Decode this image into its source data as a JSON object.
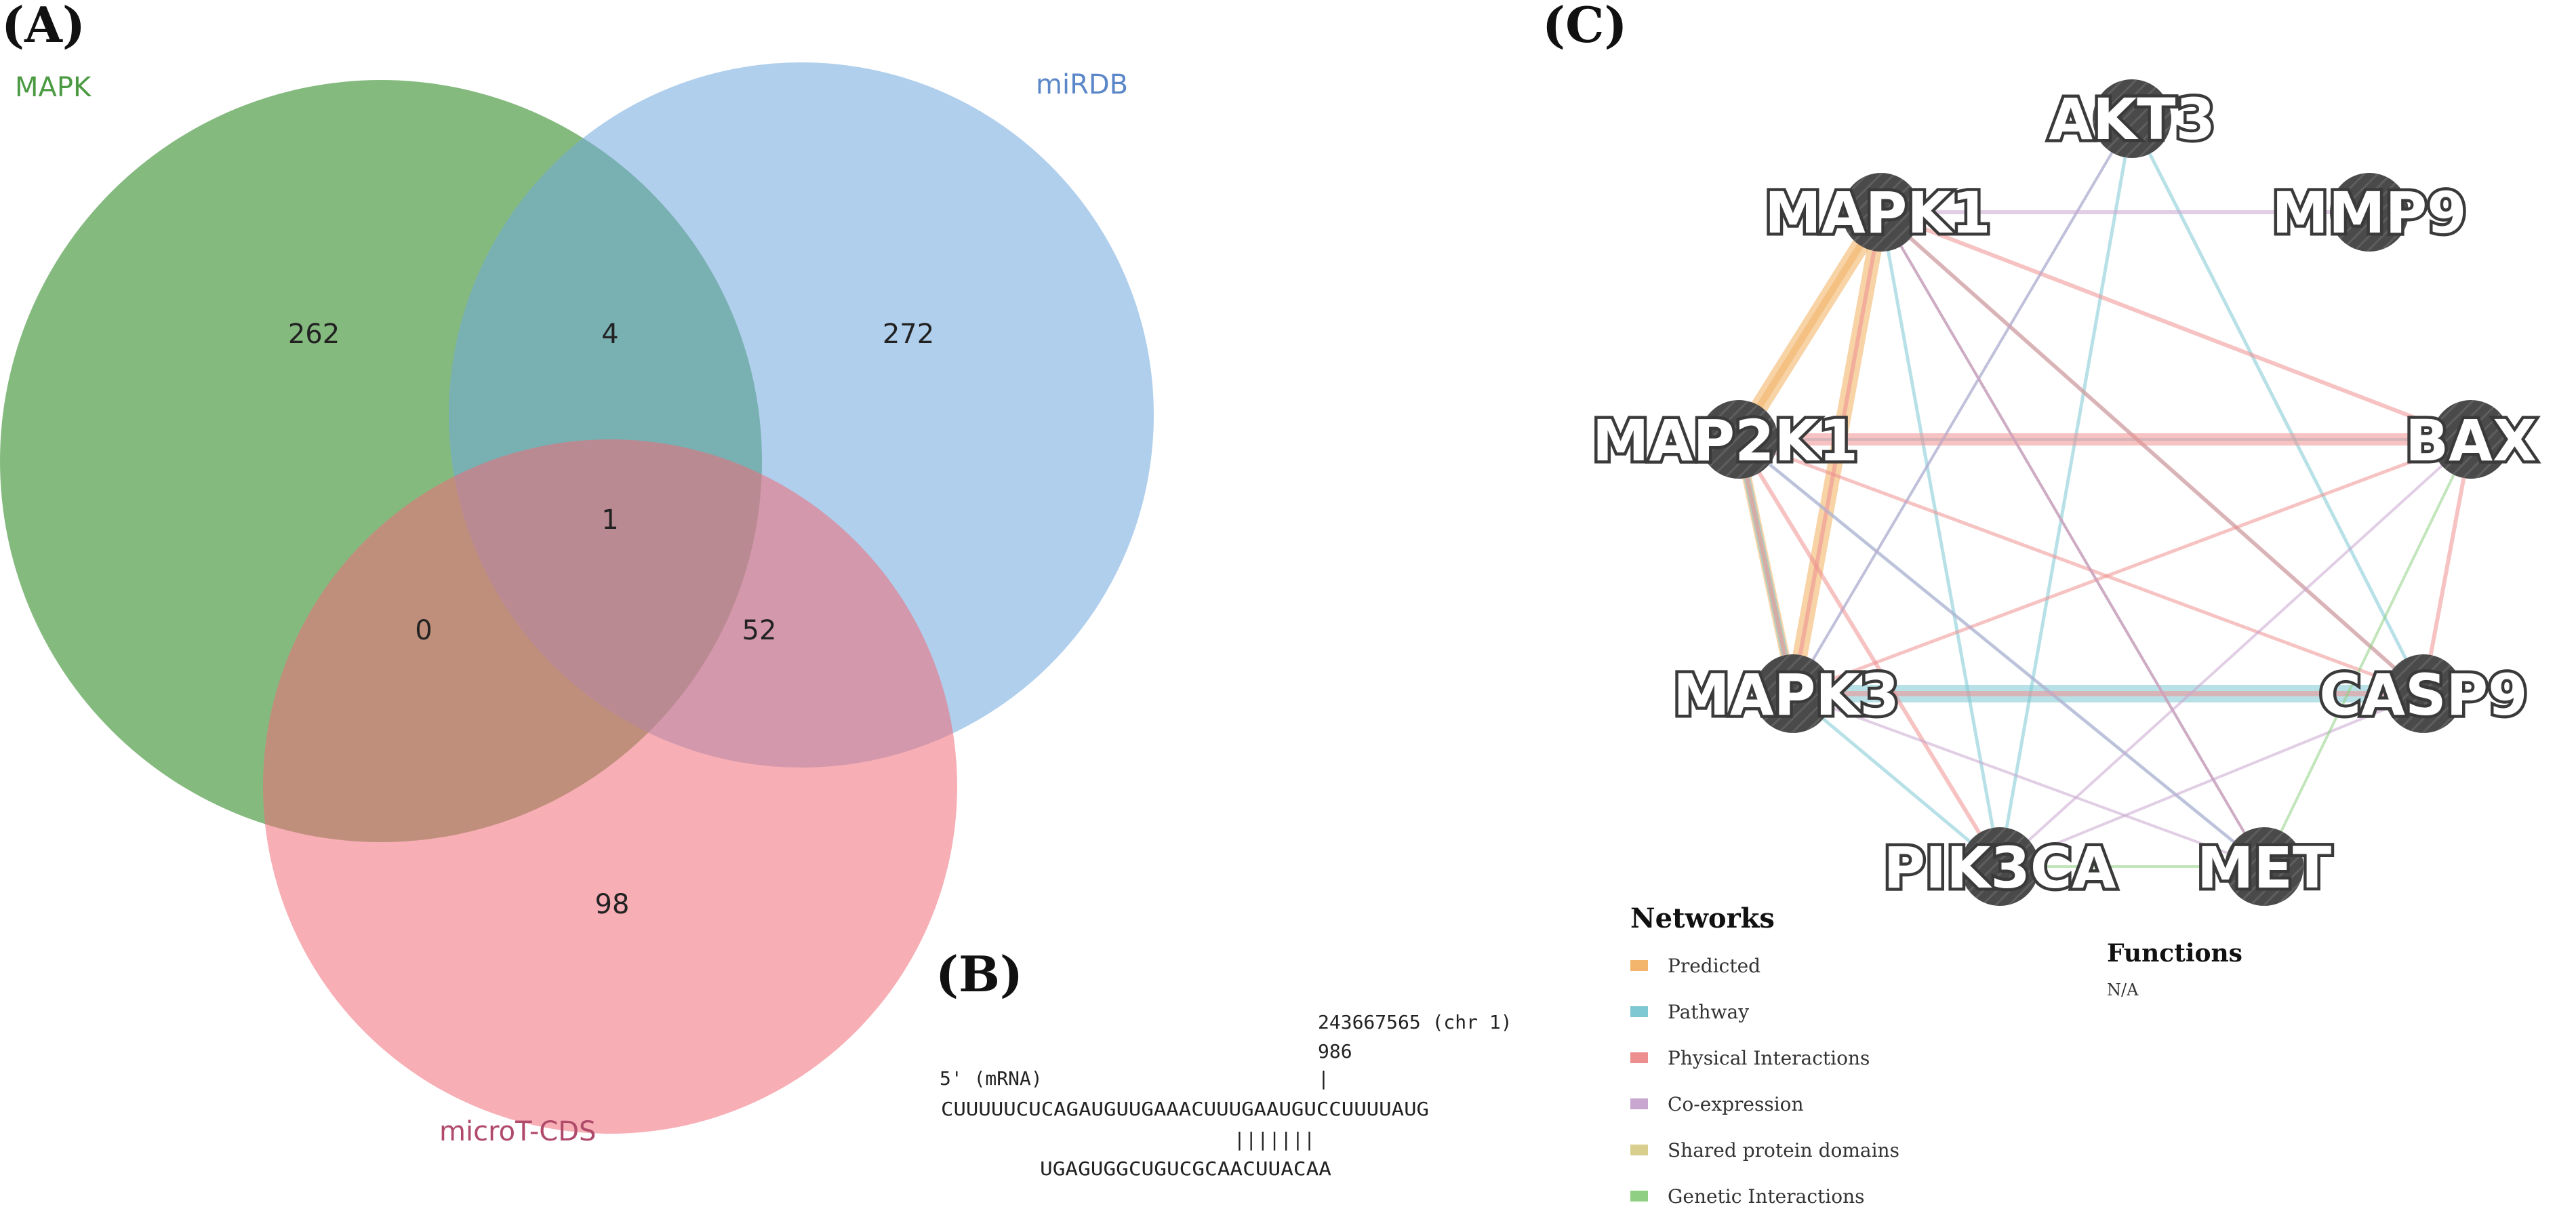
{
  "panels": {
    "a_label": "(A)",
    "b_label": "(B)",
    "c_label": "(C)"
  },
  "venn": {
    "sets": [
      {
        "name": "MAPK",
        "color": "#4b9a43"
      },
      {
        "name": "miRDB",
        "color": "#6fa8dc"
      },
      {
        "name": "microT-CDS",
        "color": "#f06b78"
      }
    ],
    "label_colors": {
      "mapk": "#4b9a43",
      "mirdb": "#5b87c8",
      "microt": "#b04a6a"
    },
    "counts": {
      "mapk_only": "262",
      "mapk_mirdb": "4",
      "mirdb_only": "272",
      "all_three": "1",
      "mapk_microt": "0",
      "mirdb_microt": "52",
      "microt_only": "98"
    }
  },
  "alignment": {
    "position": "243667565 (chr 1)",
    "offset": "986",
    "marker": "|",
    "strand_label": "5' (mRNA)",
    "mrna_sequence": "CUUUUUCUCAGAUGUUGAAACUUUGAAUGUCCUUUUAUG",
    "pairing": "|||||||",
    "mirna_sequence": "UGAGUGGCUGUCGCAACUUACAA"
  },
  "network": {
    "nodes": [
      {
        "id": "akt3",
        "label": "AKT3"
      },
      {
        "id": "mapk1",
        "label": "MAPK1"
      },
      {
        "id": "mmp9",
        "label": "MMP9"
      },
      {
        "id": "map2k1",
        "label": "MAP2K1"
      },
      {
        "id": "bax",
        "label": "BAX"
      },
      {
        "id": "mapk3",
        "label": "MAPK3"
      },
      {
        "id": "casp9",
        "label": "CASP9"
      },
      {
        "id": "pik3ca",
        "label": "PIK3CA"
      },
      {
        "id": "met",
        "label": "MET"
      }
    ],
    "edge_colors": {
      "predicted": "#f2b56b",
      "pathway": "#7ec8d3",
      "physical": "#ee8f8f",
      "coexpression": "#c9a6d0",
      "genetic": "#8fcf83"
    },
    "legend_title": "Networks",
    "legend": [
      {
        "label": "Predicted",
        "color": "#f2b56b"
      },
      {
        "label": "Pathway",
        "color": "#7ec8d3"
      },
      {
        "label": "Physical Interactions",
        "color": "#ee8f8f"
      },
      {
        "label": "Co-expression",
        "color": "#c9a6d0"
      },
      {
        "label": "Shared protein domains",
        "color": "#d8cf8e"
      },
      {
        "label": "Genetic Interactions",
        "color": "#8fcf83"
      }
    ],
    "functions_title": "Functions",
    "functions_value": "N/A"
  }
}
